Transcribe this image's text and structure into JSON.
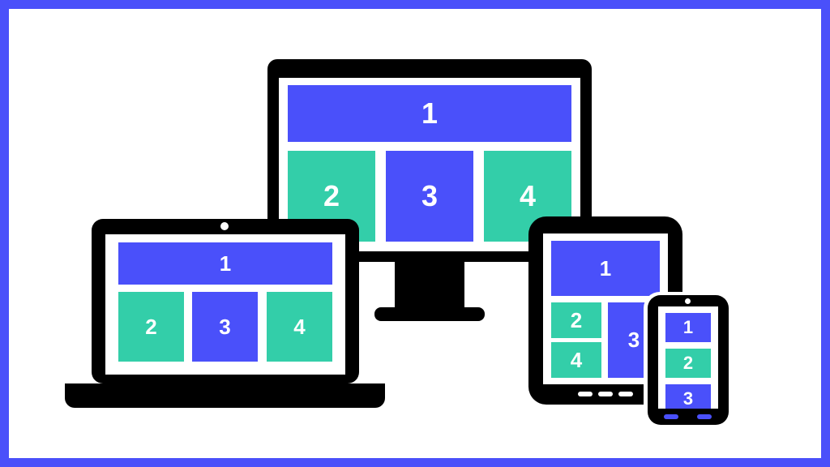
{
  "colors": {
    "border": "#4a50fa",
    "blue": "#4a50fa",
    "green": "#33cea9",
    "device": "#000000",
    "background": "#ffffff"
  },
  "desktop": {
    "blocks": [
      "1",
      "2",
      "3",
      "4"
    ]
  },
  "laptop": {
    "blocks": [
      "1",
      "2",
      "3",
      "4"
    ]
  },
  "tablet": {
    "blocks": [
      "1",
      "2",
      "3",
      "4"
    ]
  },
  "phone": {
    "blocks": [
      "1",
      "2",
      "3"
    ]
  }
}
